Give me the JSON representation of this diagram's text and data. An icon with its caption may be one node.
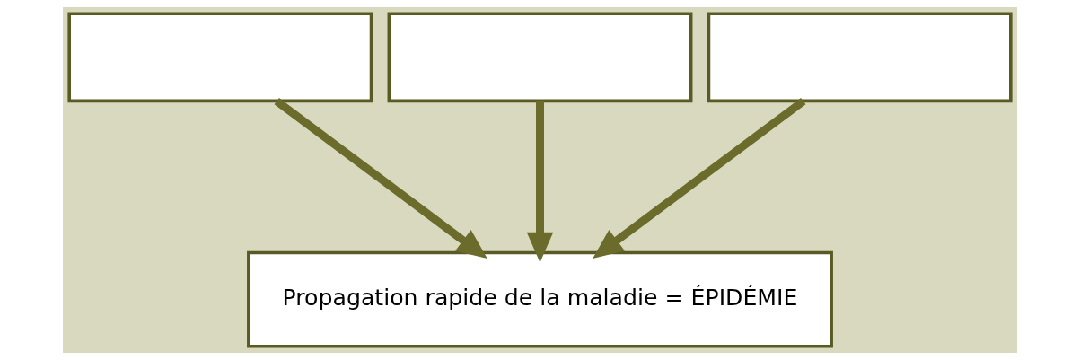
{
  "diagram": {
    "nodes": [
      {
        "text": [],
        "shape": "box"
      },
      {
        "text": [],
        "shape": "box"
      },
      {
        "text": [],
        "shape": "box"
      },
      {
        "text": [
          "Propagation rapide de la maladie = ÉPIDÉMIE"
        ]
      }
    ],
    "edges": [
      {
        "from": 0,
        "to": 3,
        "arrow": "to"
      },
      {
        "from": 1,
        "to": 3,
        "arrow": "to"
      },
      {
        "from": 2,
        "to": 3,
        "arrow": "to"
      }
    ]
  }
}
